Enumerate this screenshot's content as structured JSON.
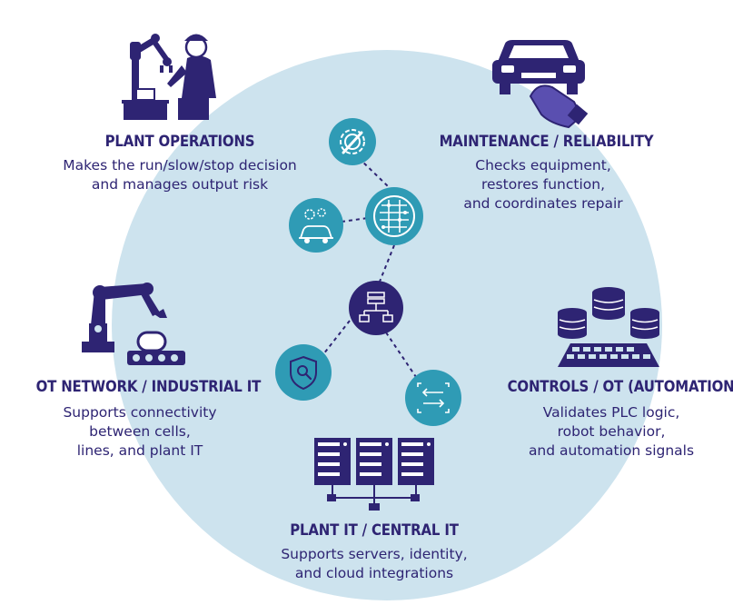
{
  "colors": {
    "circle": "#cde3ee",
    "navy": "#2e2473",
    "teal": "#2f9bb5",
    "icon_line": "#ffffff",
    "connector": "#2e2473"
  },
  "hub": {
    "icon": "network-hierarchy-icon",
    "nodes": [
      {
        "name": "maintenance-gear-node",
        "icon": "gear-wrench-icon"
      },
      {
        "name": "circuit-node",
        "icon": "circuit-board-icon"
      },
      {
        "name": "car-gears-node",
        "icon": "car-gears-icon"
      },
      {
        "name": "security-node",
        "icon": "shield-search-icon"
      },
      {
        "name": "transfer-node",
        "icon": "data-transfer-arrows-icon"
      }
    ]
  },
  "roles": {
    "plant_operations": {
      "icon": "worker-robot-arm-icon",
      "title": "PLANT OPERATIONS",
      "desc": [
        "Makes the run/slow/stop decision",
        "and manages output risk"
      ]
    },
    "maintenance": {
      "icon": "car-mechanic-hand-icon",
      "title": "MAINTENANCE / RELIABILITY",
      "desc": [
        "Checks equipment,",
        "restores function,",
        "and coordinates repair"
      ]
    },
    "ot_network": {
      "icon": "industrial-robot-conveyor-icon",
      "title": "OT NETWORK / INDUSTRIAL IT",
      "desc": [
        "Supports connectivity",
        "between cells,",
        "lines, and plant IT"
      ]
    },
    "controls": {
      "icon": "databases-keyboard-icon",
      "title": "CONTROLS / OT (AUTOMATION)",
      "desc": [
        "Validates PLC logic,",
        "robot behavior,",
        "and automation signals"
      ]
    },
    "plant_it": {
      "icon": "server-racks-icon",
      "title": "PLANT IT / CENTRAL IT",
      "desc": [
        "Supports servers, identity,",
        "and cloud integrations"
      ]
    }
  }
}
